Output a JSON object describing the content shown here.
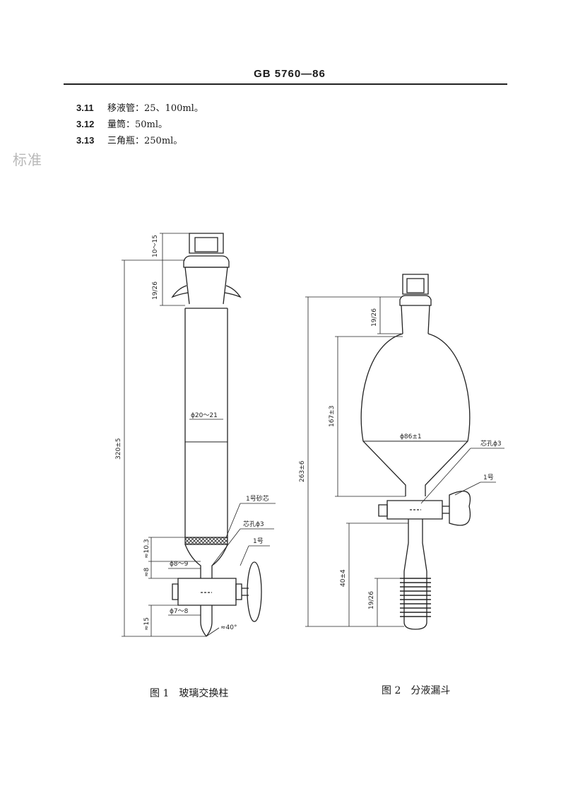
{
  "header": {
    "code": "GB 5760—86"
  },
  "items": [
    {
      "num": "3.11",
      "text": "移液管：25、100ml。"
    },
    {
      "num": "3.12",
      "text": "量筒：50ml。"
    },
    {
      "num": "3.13",
      "text": "三角瓶：250ml。"
    }
  ],
  "stamp": "标准",
  "figure1": {
    "caption": "图 1　玻璃交换柱",
    "labels": {
      "d10_15": "10～15",
      "d19_26": "19/26",
      "d320": "320±5",
      "d10_3": "≈10.3",
      "d8": "≈8",
      "d15": "≈15",
      "phi20": "ϕ20～21",
      "phi8": "ϕ8～9",
      "phi7": "ϕ7～8",
      "sand": "1号砂芯",
      "bore": "芯孔ϕ3",
      "no1": "1号",
      "angle": "≈40°"
    }
  },
  "figure2": {
    "caption": "图 2　分液漏斗",
    "labels": {
      "d19_26": "19/26",
      "d167": "167±3",
      "d263": "263±6",
      "d40": "40±4",
      "d19_26b": "19/26",
      "phi86": "ϕ86±1",
      "bore": "芯孔ϕ3",
      "no1": "1号"
    }
  }
}
